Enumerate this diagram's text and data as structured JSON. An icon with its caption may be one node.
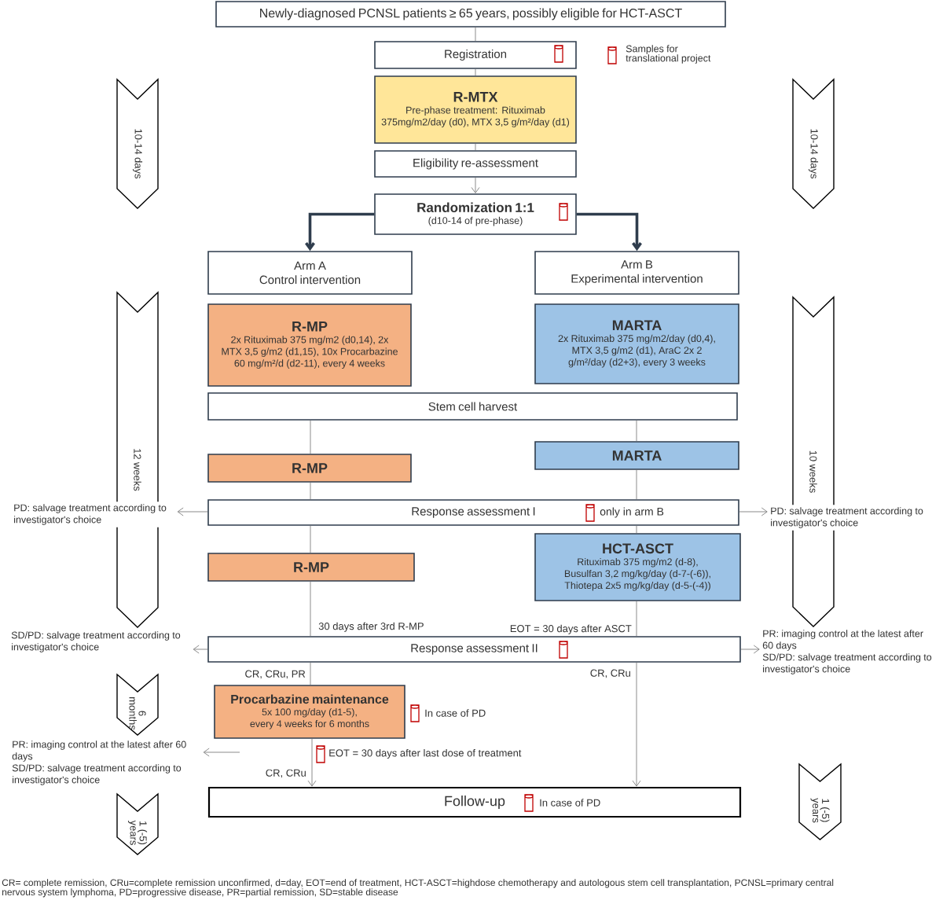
{
  "diagram": {
    "caption": "CR= complete remission, CRu=complete remission unconfirmed, d=day, EOT=end of treatment, HCT-ASCT=highdose chemotherapy and autologous stem cell transplantation, PCNSL=primary central nervous system lymphoma, PD=progressive disease, PR=partial remission, SD=stable disease",
    "nodes": [
      {
        "text": [
          "Newly-diagnosed PCNSL patients ≥ 65 years, possibly eligible for HCT-ASCT"
        ]
      },
      {
        "text": [
          "Registration"
        ]
      },
      {
        "text": [
          "R-MTX",
          "Pre-phase treatment: Rituximab 375mg/m2/day (d0), MTX 3,5 g/m²/day (d1)"
        ]
      },
      {
        "text": [
          "Eligibility re-assessment"
        ]
      },
      {
        "text": [
          "Randomization 1:1",
          "(d10-14 of pre-phase)"
        ]
      },
      {
        "text": [
          "Arm A",
          "Control intervention"
        ]
      },
      {
        "text": [
          "Arm B",
          "Experimental intervention"
        ]
      },
      {
        "text": [
          "R-MP",
          "2x Rituximab 375 mg/m2 (d0,14), 2x MTX 3,5 g/m2 (d1,15), 10x Procarbazine 60 mg/m²/d (d2-11), every 4 weeks"
        ]
      },
      {
        "text": [
          "MARTA",
          "2x Rituximab 375 mg/m2/day (d0,4), MTX 3,5 g/m2 (d1), AraC 2x 2 g/m²/day (d2+3), every 3 weeks"
        ]
      },
      {
        "text": [
          "Stem cell harvest"
        ]
      },
      {
        "text": [
          "R-MP"
        ]
      },
      {
        "text": [
          "MARTA"
        ]
      },
      {
        "text": [
          "Response assessment I",
          "only in arm B"
        ]
      },
      {
        "text": [
          "PD: salvage treatment according to investigator's choice"
        ]
      },
      {
        "text": [
          "PD: salvage treatment according to investigator's choice"
        ]
      },
      {
        "text": [
          "R-MP"
        ]
      },
      {
        "text": [
          "HCT-ASCT",
          "Rituximab 375 mg/m2 (d-8), Busulfan 3,2 mg/kg/day (d-7-(-6)), Thiotepa 2x5 mg/kg/day (d-5-(-4))"
        ]
      },
      {
        "text": [
          "Response assessment II"
        ]
      },
      {
        "text": [
          "SD/PD: salvage treatment according to investigator's choice"
        ]
      },
      {
        "text": [
          "PR: imaging control at the latest after 60 days",
          "SD/PD: salvage treatment according to investigator's choice"
        ]
      },
      {
        "text": [
          "Procarbazine maintenance",
          "5x 100 mg/day (d1-5), every 4 weeks for 6 months"
        ],
        "beside": [
          "In case of PD"
        ]
      },
      {
        "text": [
          "PR: imaging control at the latest after 60 days",
          "SD/PD: salvage treatment according to investigator's choice"
        ]
      },
      {
        "text": [
          "Follow-up",
          "In case of PD"
        ]
      },
      {
        "text": [
          "10-14 days"
        ]
      },
      {
        "text": [
          "10-14 days"
        ]
      },
      {
        "text": [
          "12 weeks"
        ]
      },
      {
        "text": [
          "10 weeks"
        ]
      },
      {
        "text": [
          "6 months"
        ]
      },
      {
        "text": [
          "1 (-5) years"
        ]
      },
      {
        "text": [
          "1 (-5) years"
        ]
      }
    ],
    "edges": [
      {
        "from": 0,
        "to": 1,
        "arrow": "none"
      },
      {
        "from": 1,
        "to": 2,
        "arrow": "none"
      },
      {
        "from": 2,
        "to": 3,
        "arrow": "none"
      },
      {
        "from": 3,
        "to": 4,
        "arrow": "to"
      },
      {
        "from": 4,
        "to": 5,
        "arrow": "to",
        "style": "thick",
        "color": "#2f3d4d"
      },
      {
        "from": 4,
        "to": 6,
        "arrow": "to",
        "style": "thick",
        "color": "#2f3d4d"
      },
      {
        "from": 9,
        "to": 10,
        "arrow": "none"
      },
      {
        "from": 9,
        "to": 11,
        "arrow": "none"
      },
      {
        "from": 10,
        "to": 12,
        "arrow": "none"
      },
      {
        "from": 11,
        "to": 12,
        "arrow": "none"
      },
      {
        "from": 12,
        "to": 15,
        "arrow": "none"
      },
      {
        "from": 12,
        "to": 16,
        "arrow": "none"
      },
      {
        "from": 12,
        "to": 13,
        "arrow": "to"
      },
      {
        "from": 12,
        "to": 14,
        "arrow": "to"
      },
      {
        "from": 15,
        "to": 17,
        "arrow": "none",
        "label": "30 days after 3rd R-MP"
      },
      {
        "from": 16,
        "to": 17,
        "arrow": "none",
        "label": "EOT = 30 days after ASCT"
      },
      {
        "from": 17,
        "to": 18,
        "arrow": "to"
      },
      {
        "from": 17,
        "to": 19,
        "arrow": "to"
      },
      {
        "from": 17,
        "to": 20,
        "arrow": "none",
        "label": "CR, CRu, PR"
      },
      {
        "from": 17,
        "to": 22,
        "arrow": "to",
        "label": "CR, CRu"
      },
      {
        "from": 20,
        "to": 22,
        "arrow": "to",
        "label": "CR, CRu"
      },
      {
        "from": null,
        "to": 21,
        "arrow": "to"
      }
    ],
    "labels": [
      "EOT = 30 days after last dose of treatment"
    ],
    "legend": [
      {
        "text": "Samples for translational project"
      }
    ]
  }
}
